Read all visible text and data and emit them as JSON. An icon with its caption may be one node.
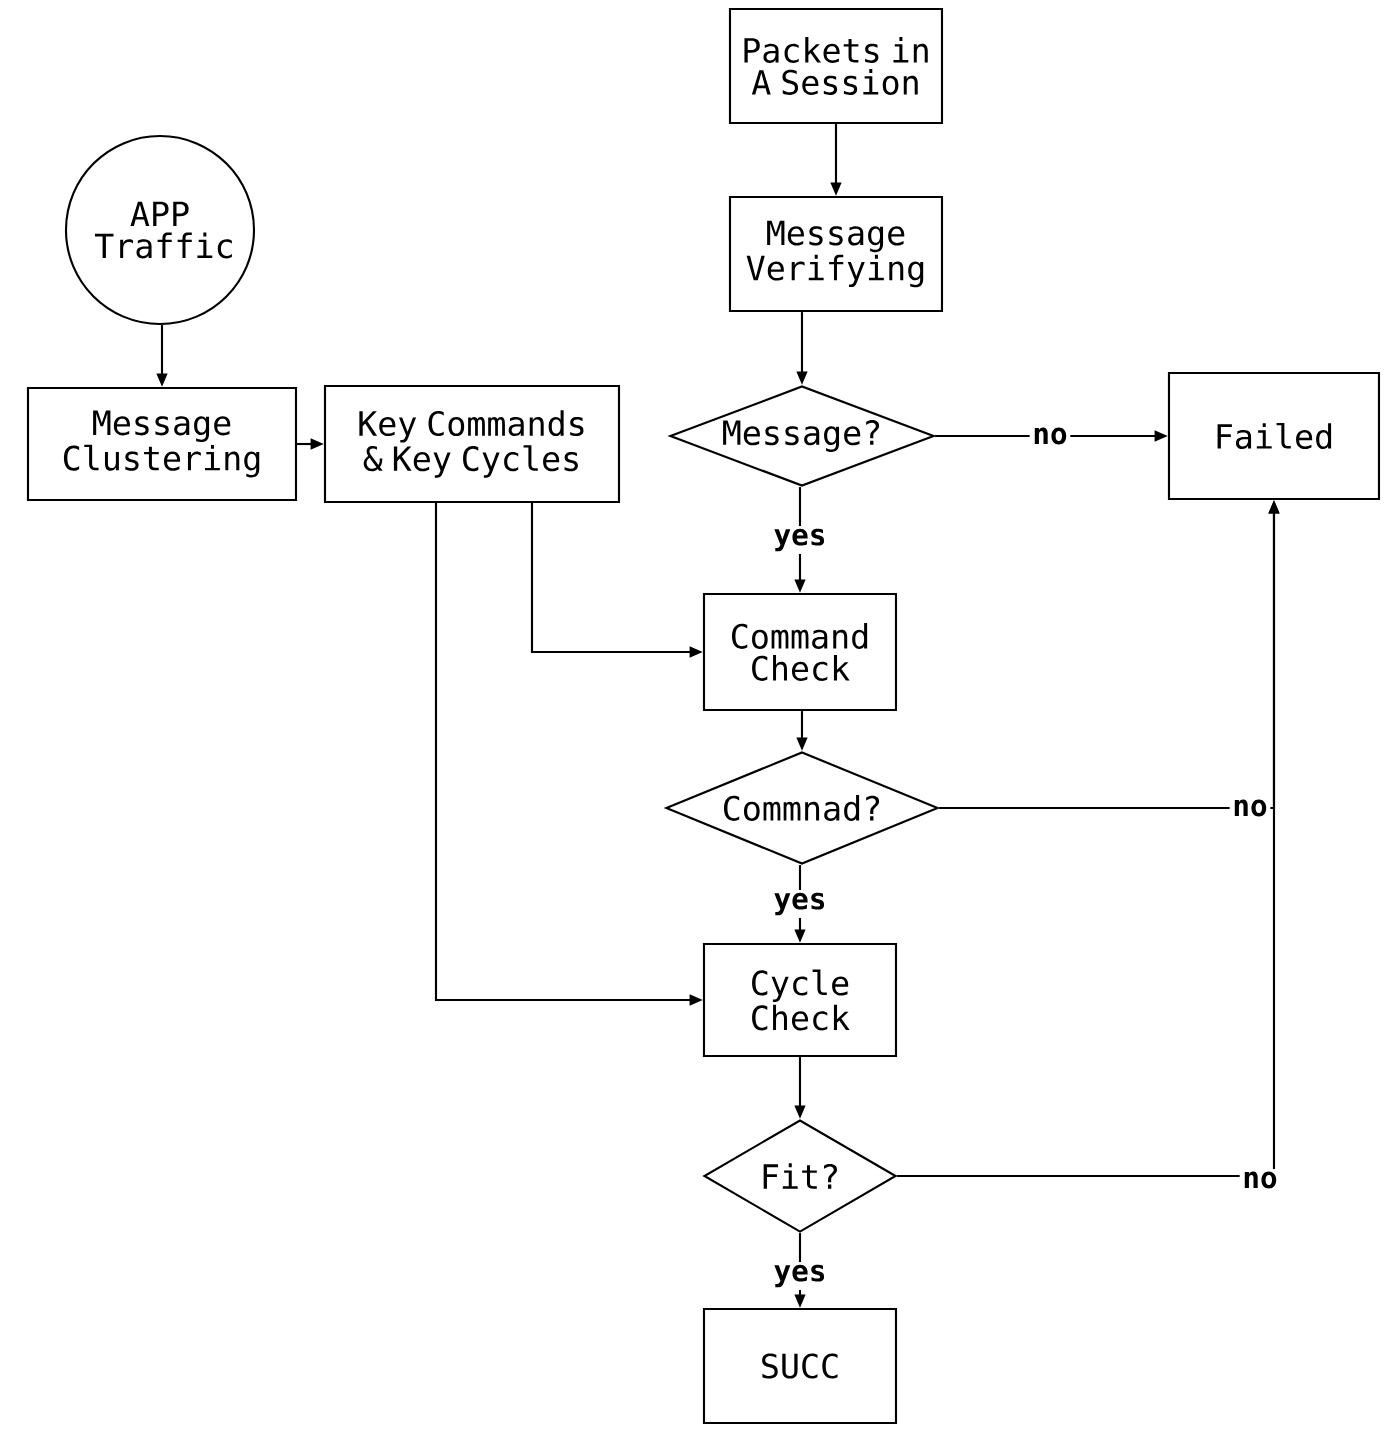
{
  "diagram": {
    "nodes": [
      {
        "text": [
          "Packets in A Session"
        ]
      },
      {
        "text": [
          "Message Verifying"
        ]
      },
      {
        "text": [
          "APP Traffic"
        ]
      },
      {
        "text": [
          "Message Clustering"
        ]
      },
      {
        "text": [
          "Key Commands & Key Cycles"
        ]
      },
      {
        "text": [
          "Message?"
        ]
      },
      {
        "text": [
          "Failed"
        ]
      },
      {
        "text": [
          "Command Check"
        ]
      },
      {
        "text": [
          "Commnad?"
        ]
      },
      {
        "text": [
          "Cycle Check"
        ]
      },
      {
        "text": [
          "Fit?"
        ]
      },
      {
        "text": [
          "SUCC"
        ]
      }
    ],
    "edges": [
      {
        "from": 0,
        "to": 1,
        "arrow": "to"
      },
      {
        "from": 1,
        "to": 5,
        "arrow": "to"
      },
      {
        "from": 2,
        "to": 3,
        "arrow": "to"
      },
      {
        "from": 3,
        "to": 4,
        "arrow": "to"
      },
      {
        "from": 5,
        "to": 6,
        "arrow": "to",
        "label": "no"
      },
      {
        "from": 5,
        "to": 7,
        "arrow": "to",
        "label": "yes"
      },
      {
        "from": 4,
        "to": 7,
        "arrow": "to"
      },
      {
        "from": 7,
        "to": 8,
        "arrow": "to"
      },
      {
        "from": 8,
        "to": 6,
        "arrow": "to",
        "label": "no"
      },
      {
        "from": 8,
        "to": 9,
        "arrow": "to",
        "label": "yes"
      },
      {
        "from": 4,
        "to": 9,
        "arrow": "to"
      },
      {
        "from": 9,
        "to": 10,
        "arrow": "to"
      },
      {
        "from": 10,
        "to": 6,
        "arrow": "to",
        "label": "no"
      },
      {
        "from": 10,
        "to": 11,
        "arrow": "to",
        "label": "yes"
      }
    ]
  }
}
